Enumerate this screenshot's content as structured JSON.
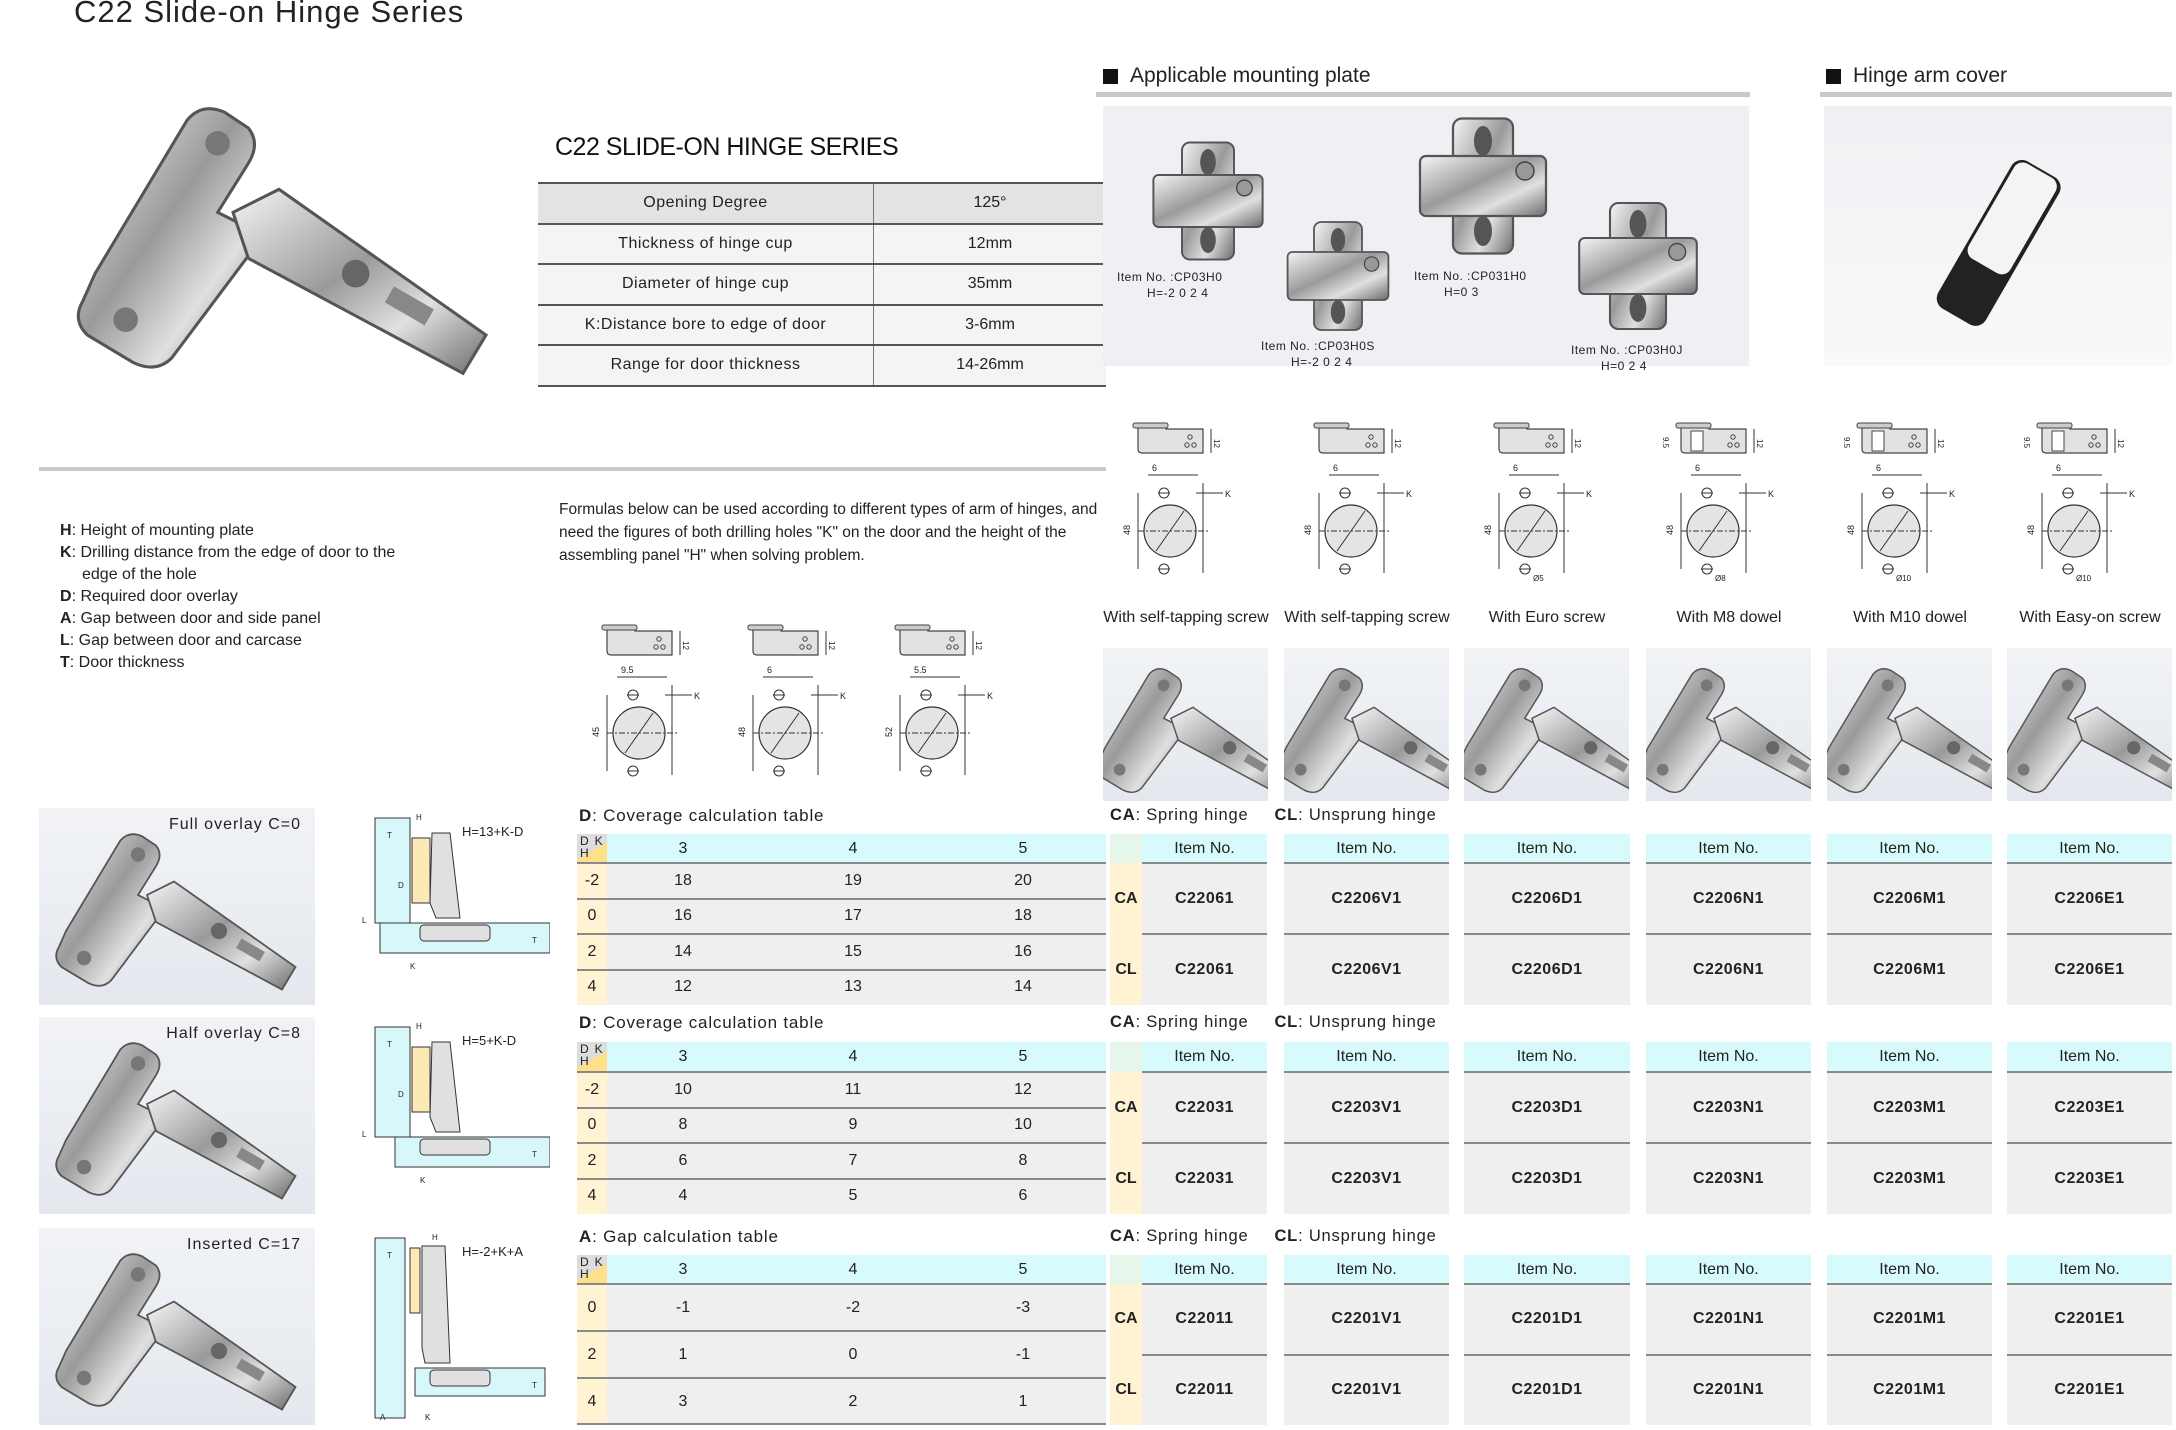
{
  "page_title": "C22 Slide-on Hinge Series",
  "series_title": "C22 SLIDE-ON HINGE SERIES",
  "specs": [
    {
      "label": "Opening Degree",
      "value": "125°"
    },
    {
      "label": "Thickness of hinge cup",
      "value": "12mm"
    },
    {
      "label": "Diameter of hinge cup",
      "value": "35mm"
    },
    {
      "label": "K:Distance bore to edge of door",
      "value": "3-6mm"
    },
    {
      "label": "Range for door thickness",
      "value": "14-26mm"
    }
  ],
  "mounting_plate": {
    "heading": "Applicable mounting plate",
    "items": [
      {
        "item": "Item No. :CP03H0",
        "h": "H=-2 0 2 4"
      },
      {
        "item": "Item No. :CP03H0S",
        "h": "H=-2 0 2 4"
      },
      {
        "item": "Item No. :CP031H0",
        "h": "H=0 3"
      },
      {
        "item": "Item No. :CP03H0J",
        "h": "H=0 2 4"
      }
    ]
  },
  "arm_cover": {
    "heading": "Hinge arm cover"
  },
  "legend": [
    {
      "key": "H",
      "text": "Height of mounting plate"
    },
    {
      "key": "K",
      "text": "Drilling distance from the edge of door to the",
      "cont": "edge of the hole"
    },
    {
      "key": "D",
      "text": "Required door overlay"
    },
    {
      "key": "A",
      "text": "Gap between door and side panel"
    },
    {
      "key": "L",
      "text": "Gap between door and carcase"
    },
    {
      "key": "T",
      "text": "Door thickness"
    }
  ],
  "formula_note": "Formulas below can be used according to different types of arm of hinges, and  need the figures of both drilling holes \"K\" on the door and the height of the assembling panel \"H\" when solving problem.",
  "drill_small": [
    {
      "offset": "9.5",
      "height": "45",
      "plate": "12",
      "k": "K"
    },
    {
      "offset": "6",
      "height": "48",
      "plate": "12",
      "k": "K"
    },
    {
      "offset": "5.5",
      "height": "52",
      "plate": "12",
      "k": "K"
    }
  ],
  "drill_types": [
    {
      "caption": "With self-tapping screw",
      "offset": "6",
      "height": "48",
      "plate": "12",
      "k": "K",
      "pin": ""
    },
    {
      "caption": "With self-tapping screw",
      "offset": "6",
      "height": "48",
      "plate": "12",
      "k": "K",
      "pin": ""
    },
    {
      "caption": "With Euro screw",
      "offset": "6",
      "height": "48",
      "plate": "12",
      "k": "K",
      "pin": "Ø5"
    },
    {
      "caption": "With M8 dowel",
      "offset": "6",
      "height": "48",
      "plate": "12",
      "k": "K",
      "pin": "Ø8",
      "dowel": "9.5"
    },
    {
      "caption": "With M10 dowel",
      "offset": "6",
      "height": "48",
      "plate": "12",
      "k": "K",
      "pin": "Ø10",
      "dowel": "9.5"
    },
    {
      "caption": "With Easy-on screw",
      "offset": "6",
      "height": "48",
      "plate": "12",
      "k": "K",
      "pin": "Ø10",
      "dowel": "9.5"
    }
  ],
  "overlays": [
    {
      "label": "Full overlay C=0",
      "formula": "H=13+K-D",
      "marks": {
        "t": "T",
        "h": "H",
        "d": "D",
        "l": "L",
        "k": "K",
        "t2": "T"
      }
    },
    {
      "label": "Half overlay C=8",
      "formula": "H=5+K-D",
      "marks": {
        "t": "T",
        "h": "H",
        "d": "D",
        "l": "L",
        "k": "K",
        "t2": "T"
      }
    },
    {
      "label": "Inserted C=17",
      "formula": "H=-2+K+A",
      "marks": {
        "t": "T",
        "h": "H",
        "a": "A",
        "k": "K",
        "t2": "T"
      }
    }
  ],
  "hinge_types": {
    "ca_key": "CA",
    "ca": ": Spring hinge",
    "cl_key": "CL",
    "cl": ": Unsprung hinge"
  },
  "calc_tables": [
    {
      "title_key": "D",
      "title": ": Coverage calculation table",
      "corner": {
        "d": "D",
        "k": "K",
        "h": "H"
      },
      "k": [
        "3",
        "4",
        "5"
      ],
      "rows": [
        {
          "h": "-2",
          "values": [
            "18",
            "19",
            "20"
          ]
        },
        {
          "h": "0",
          "values": [
            "16",
            "17",
            "18"
          ]
        },
        {
          "h": "2",
          "values": [
            "14",
            "15",
            "16"
          ]
        },
        {
          "h": "4",
          "values": [
            "12",
            "13",
            "14"
          ]
        }
      ],
      "items": {
        "header": "Item No.",
        "ca": [
          "C22061",
          "C2206V1",
          "C2206D1",
          "C2206N1",
          "C2206M1",
          "C2206E1"
        ],
        "cl": [
          "C22061",
          "C2206V1",
          "C2206D1",
          "C2206N1",
          "C2206M1",
          "C2206E1"
        ]
      }
    },
    {
      "title_key": "D",
      "title": ": Coverage calculation table",
      "corner": {
        "d": "D",
        "k": "K",
        "h": "H"
      },
      "k": [
        "3",
        "4",
        "5"
      ],
      "rows": [
        {
          "h": "-2",
          "values": [
            "10",
            "11",
            "12"
          ]
        },
        {
          "h": "0",
          "values": [
            "8",
            "9",
            "10"
          ]
        },
        {
          "h": "2",
          "values": [
            "6",
            "7",
            "8"
          ]
        },
        {
          "h": "4",
          "values": [
            "4",
            "5",
            "6"
          ]
        }
      ],
      "items": {
        "header": "Item No.",
        "ca": [
          "C22031",
          "C2203V1",
          "C2203D1",
          "C2203N1",
          "C2203M1",
          "C2203E1"
        ],
        "cl": [
          "C22031",
          "C2203V1",
          "C2203D1",
          "C2203N1",
          "C2203M1",
          "C2203E1"
        ]
      }
    },
    {
      "title_key": "A",
      "title": ": Gap calculation table",
      "corner": {
        "d": "D",
        "k": "K",
        "h": "H"
      },
      "k": [
        "3",
        "4",
        "5"
      ],
      "rows": [
        {
          "h": "0",
          "values": [
            "-1",
            "-2",
            "-3"
          ]
        },
        {
          "h": "2",
          "values": [
            "1",
            "0",
            "-1"
          ]
        },
        {
          "h": "4",
          "values": [
            "3",
            "2",
            "1"
          ]
        }
      ],
      "items": {
        "header": "Item No.",
        "ca": [
          "C22011",
          "C2201V1",
          "C2201D1",
          "C2201N1",
          "C2201M1",
          "C2201E1"
        ],
        "cl": [
          "C22011",
          "C2201V1",
          "C2201D1",
          "C2201N1",
          "C2201M1",
          "C2201E1"
        ]
      }
    }
  ],
  "colors": {
    "header": "#d7fbfd",
    "h_column": "#fff3d4",
    "cell": "#efefef",
    "rule": "#8a8a8a"
  }
}
